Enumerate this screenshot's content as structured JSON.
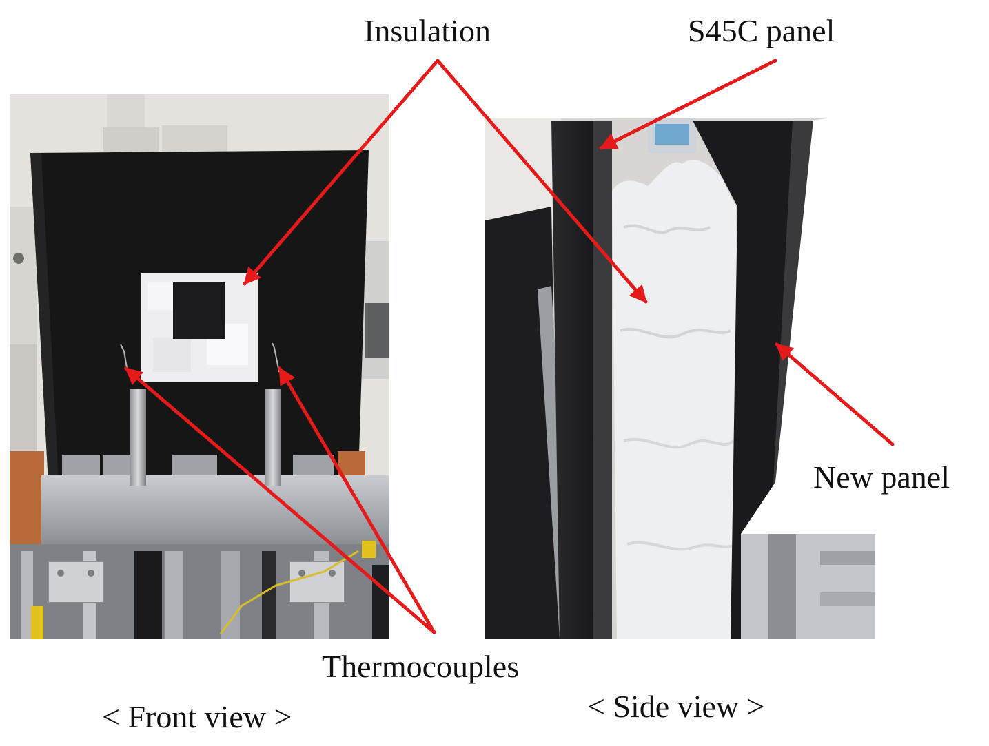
{
  "labels": {
    "insulation": "Insulation",
    "s45c_panel": "S45C panel",
    "new_panel": "New panel",
    "thermocouples": "Thermocouples"
  },
  "captions": {
    "front": "< Front view >",
    "side": "< Side view >"
  },
  "colors": {
    "arrow": "#e51b1b",
    "panel_black": "#161616",
    "insulation_white": "#f0f0f2",
    "wall": "#e4e2dc",
    "metal": "#a9acb0"
  }
}
